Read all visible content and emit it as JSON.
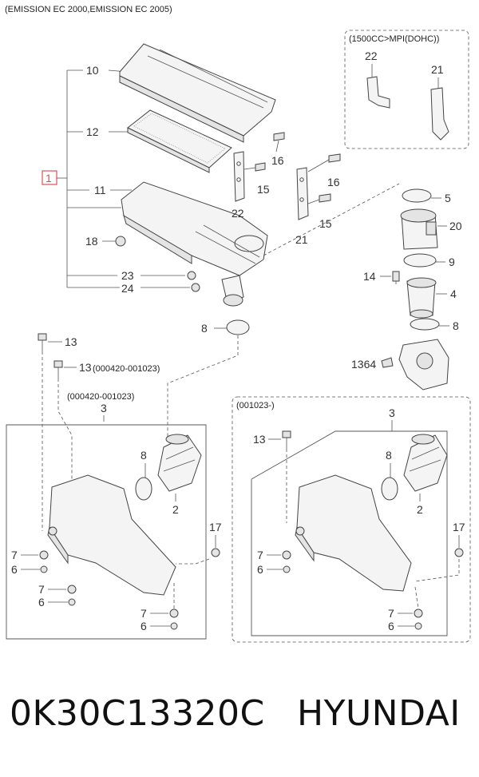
{
  "header": {
    "title": "(EMISSION EC 2000,EMISSION EC 2005)"
  },
  "top_right_box": {
    "title": "(1500CC>MPI(DOHC))"
  },
  "labels": {
    "p1": "1",
    "p10": "10",
    "p12": "12",
    "p11": "11",
    "p23": "23",
    "p24": "24",
    "p18": "18",
    "p16a": "16",
    "p15a": "15",
    "p22a": "22",
    "p16b": "16",
    "p15b": "15",
    "p21a": "21",
    "p22b": "22",
    "p21b": "21",
    "p5": "5",
    "p20": "20",
    "p9": "9",
    "p14": "14",
    "p4": "4",
    "p8a": "8",
    "p1364": "1364",
    "p8b": "8",
    "p13a": "13",
    "p13b": "13",
    "p13c": "13",
    "p3a": "3",
    "p8c": "8",
    "p2a": "2",
    "p17a": "17",
    "p7a": "7",
    "p6a": "6",
    "p7b": "7",
    "p6b": "6",
    "p7c": "7",
    "p6c": "6",
    "p3b": "3",
    "p8d": "8",
    "p2b": "2",
    "p17b": "17",
    "p7d": "7",
    "p6d": "6",
    "p7e": "7",
    "p6e": "6"
  },
  "notes": {
    "range_13b": "(000420-001023)",
    "left_box": "(000420-001023)",
    "right_box": "(001023-)"
  },
  "footer": {
    "part_number": "0K30C13320C",
    "brand": "HYUNDAI"
  },
  "colors": {
    "callout_box": "#d9534f",
    "line": "#555555"
  }
}
